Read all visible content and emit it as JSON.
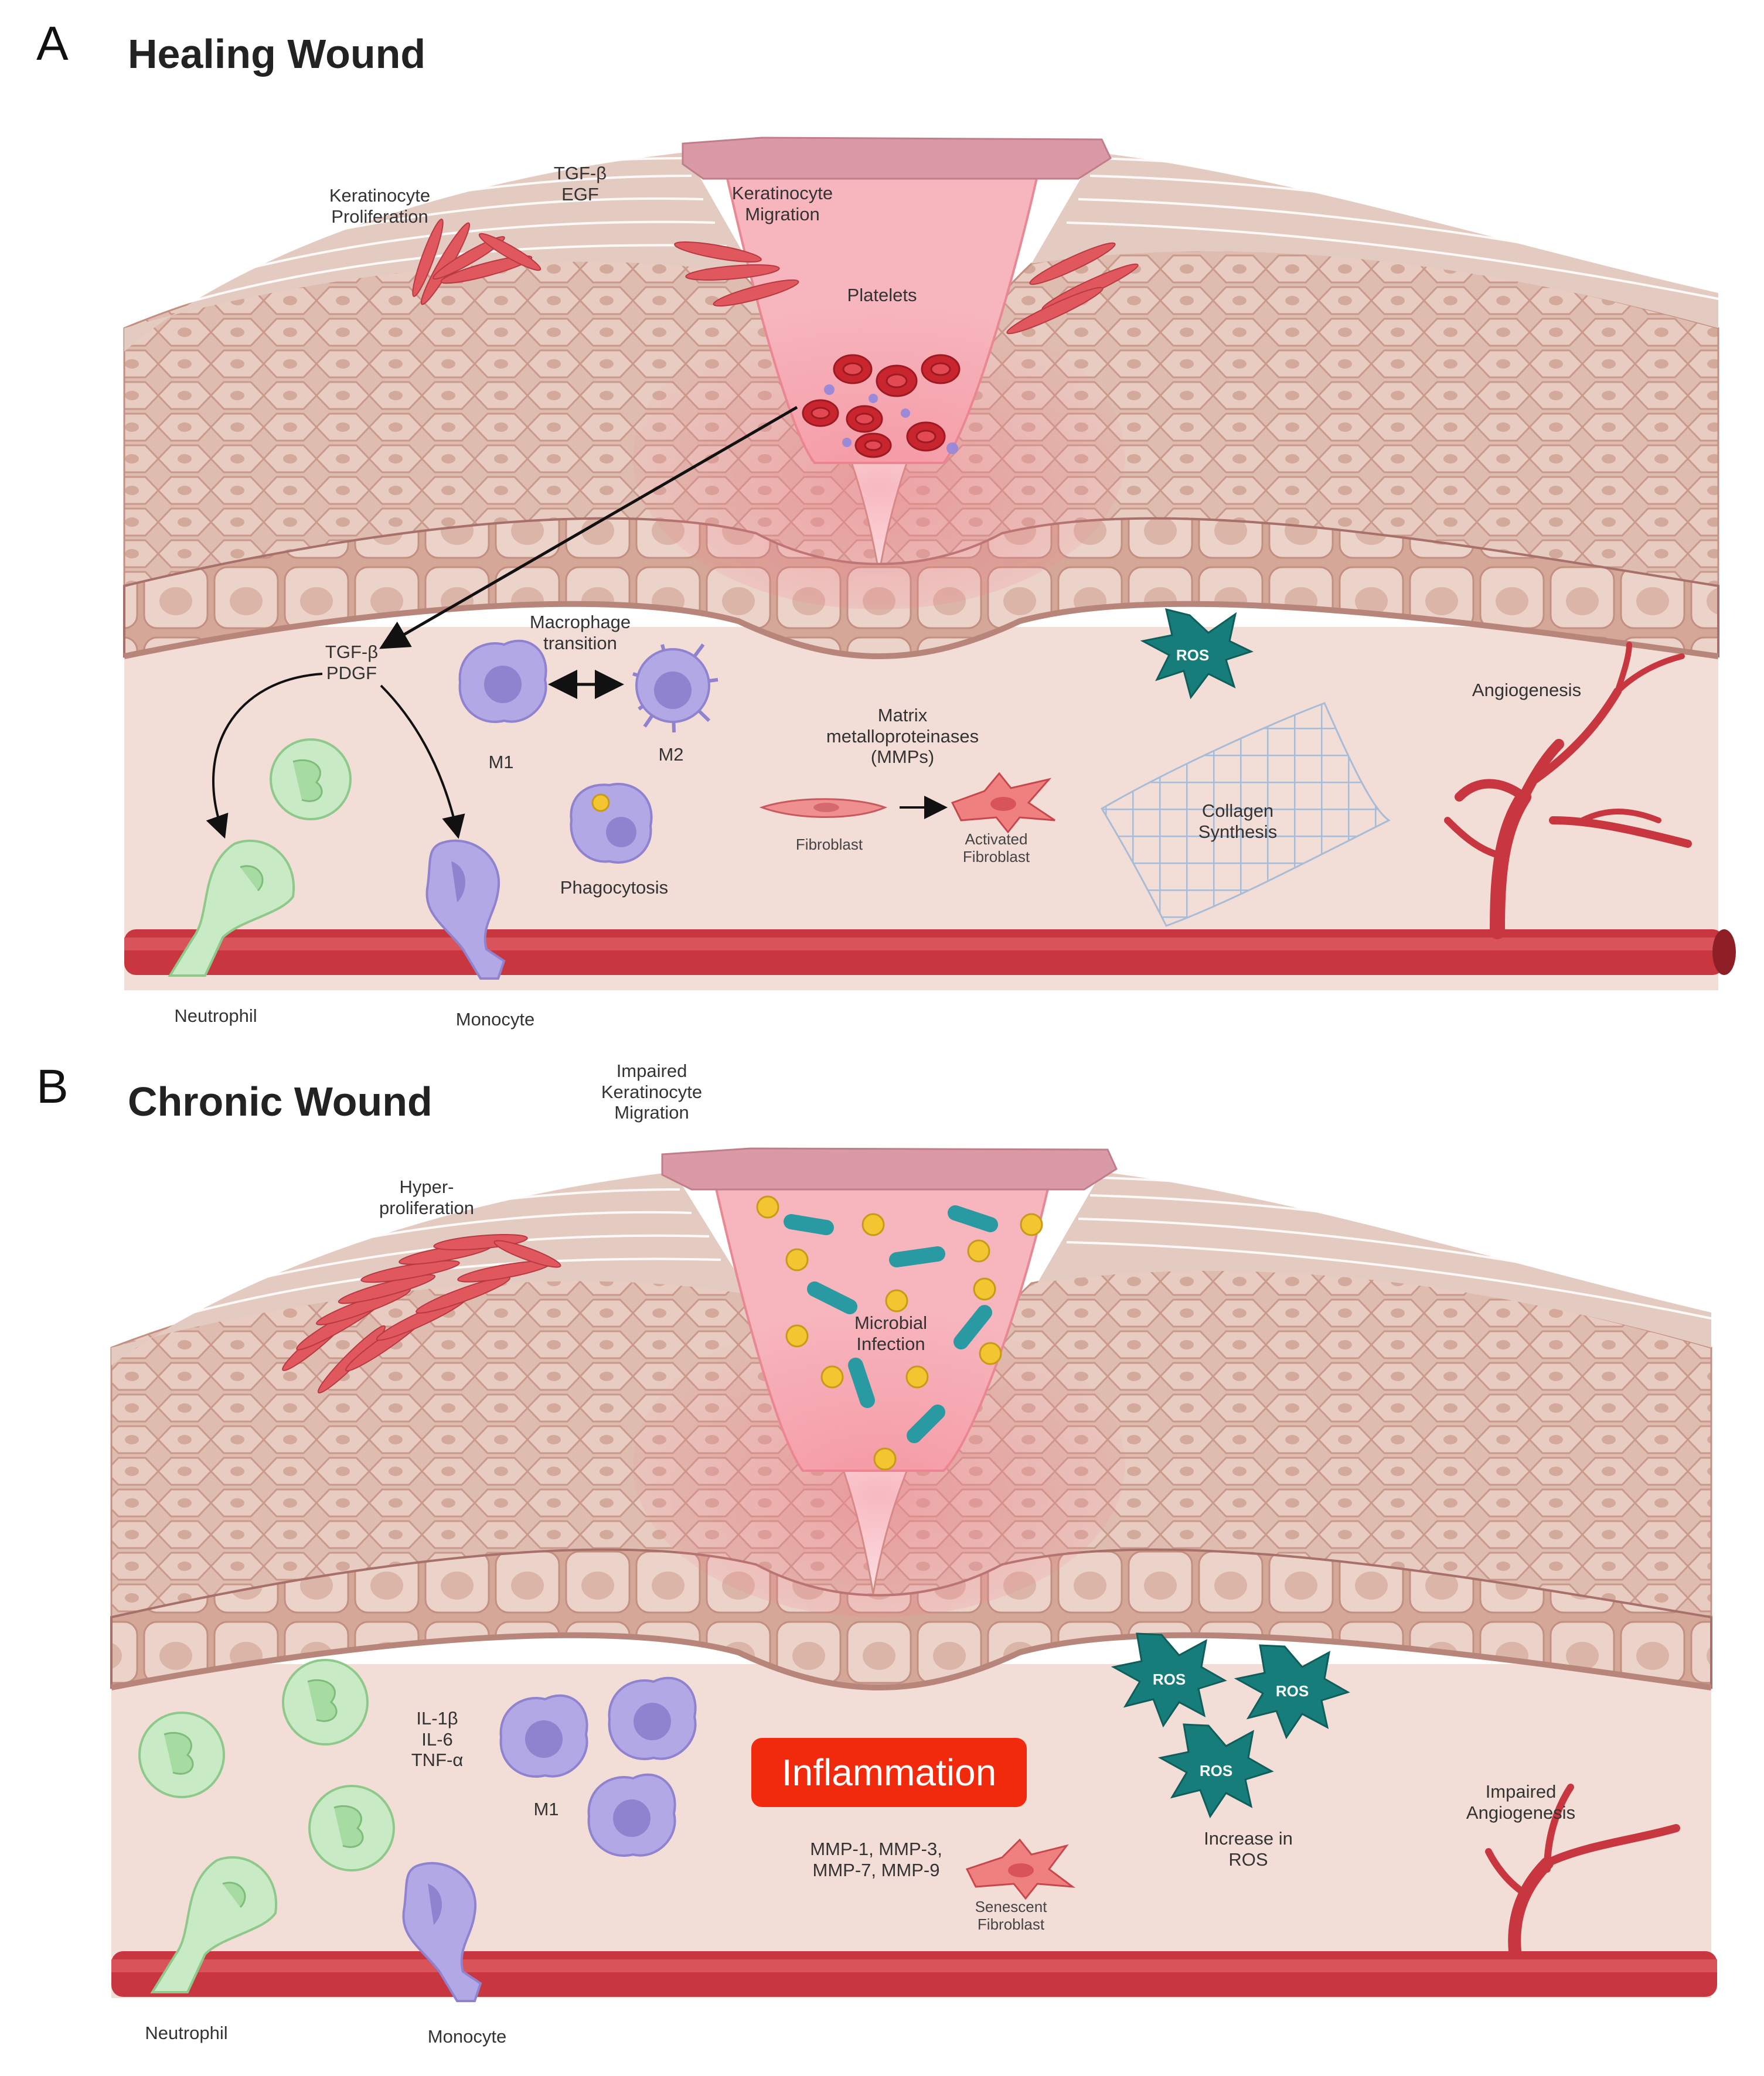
{
  "panels": [
    {
      "letter": "A",
      "title": "Healing Wound",
      "labels": {
        "keratinocyte_proliferation": "Keratinocyte\nProliferation",
        "tgf_egf": "TGF-β\nEGF",
        "keratinocyte_migration": "Keratinocyte\nMigration",
        "platelets": "Platelets",
        "tgf_pdgf": "TGF-β\nPDGF",
        "macrophage_transition": "Macrophage\ntransition",
        "m1": "M1",
        "m2": "M2",
        "phagocytosis": "Phagocytosis",
        "mmps": "Matrix\nmetalloproteinases\n(MMPs)",
        "fibroblast": "Fibroblast",
        "activated_fibroblast": "Activated\nFibroblast",
        "ros": "ROS",
        "collagen_synthesis": "Collagen\nSynthesis",
        "angiogenesis": "Angiogenesis",
        "neutrophil": "Neutrophil",
        "monocyte": "Monocyte"
      }
    },
    {
      "letter": "B",
      "title": "Chronic Wound",
      "labels": {
        "impaired_migration": "Impaired\nKeratinocyte\nMigration",
        "hyperproliferation": "Hyper-\nproliferation",
        "microbial_infection": "Microbial\nInfection",
        "cytokines": "IL-1β\nIL-6\nTNF-α",
        "m1": "M1",
        "inflammation": "Inflammation",
        "mmp_list": "MMP-1, MMP-3,\nMMP-7, MMP-9",
        "senescent_fibroblast": "Senescent\nFibroblast",
        "ros": "ROS",
        "increase_ros": "Increase in\nROS",
        "impaired_angiogenesis": "Impaired\nAngiogenesis",
        "neutrophil": "Neutrophil",
        "monocyte": "Monocyte"
      }
    }
  ],
  "colors": {
    "skin_top": "#efe6e2",
    "skin_layers": "#e2c6bc",
    "epidermis": "#d6aa9d",
    "cell_fill": "#e3c0b4",
    "dermis": "#f3ddd7",
    "wound": "#f7b5bd",
    "scab": "#d99aa5",
    "vessel": "#c8373f",
    "keratinocyte": "#e0585e",
    "rbc": "#c9252f",
    "ros": "#177d7a",
    "macrophage": "#b3a8e6",
    "neutrophil": "#c8ebc6",
    "bacteria_rod": "#2a9aa2",
    "bacteria_cocci": "#f3c531",
    "collagen": "#9bb7d6",
    "inflammation": "#f22a0d"
  }
}
